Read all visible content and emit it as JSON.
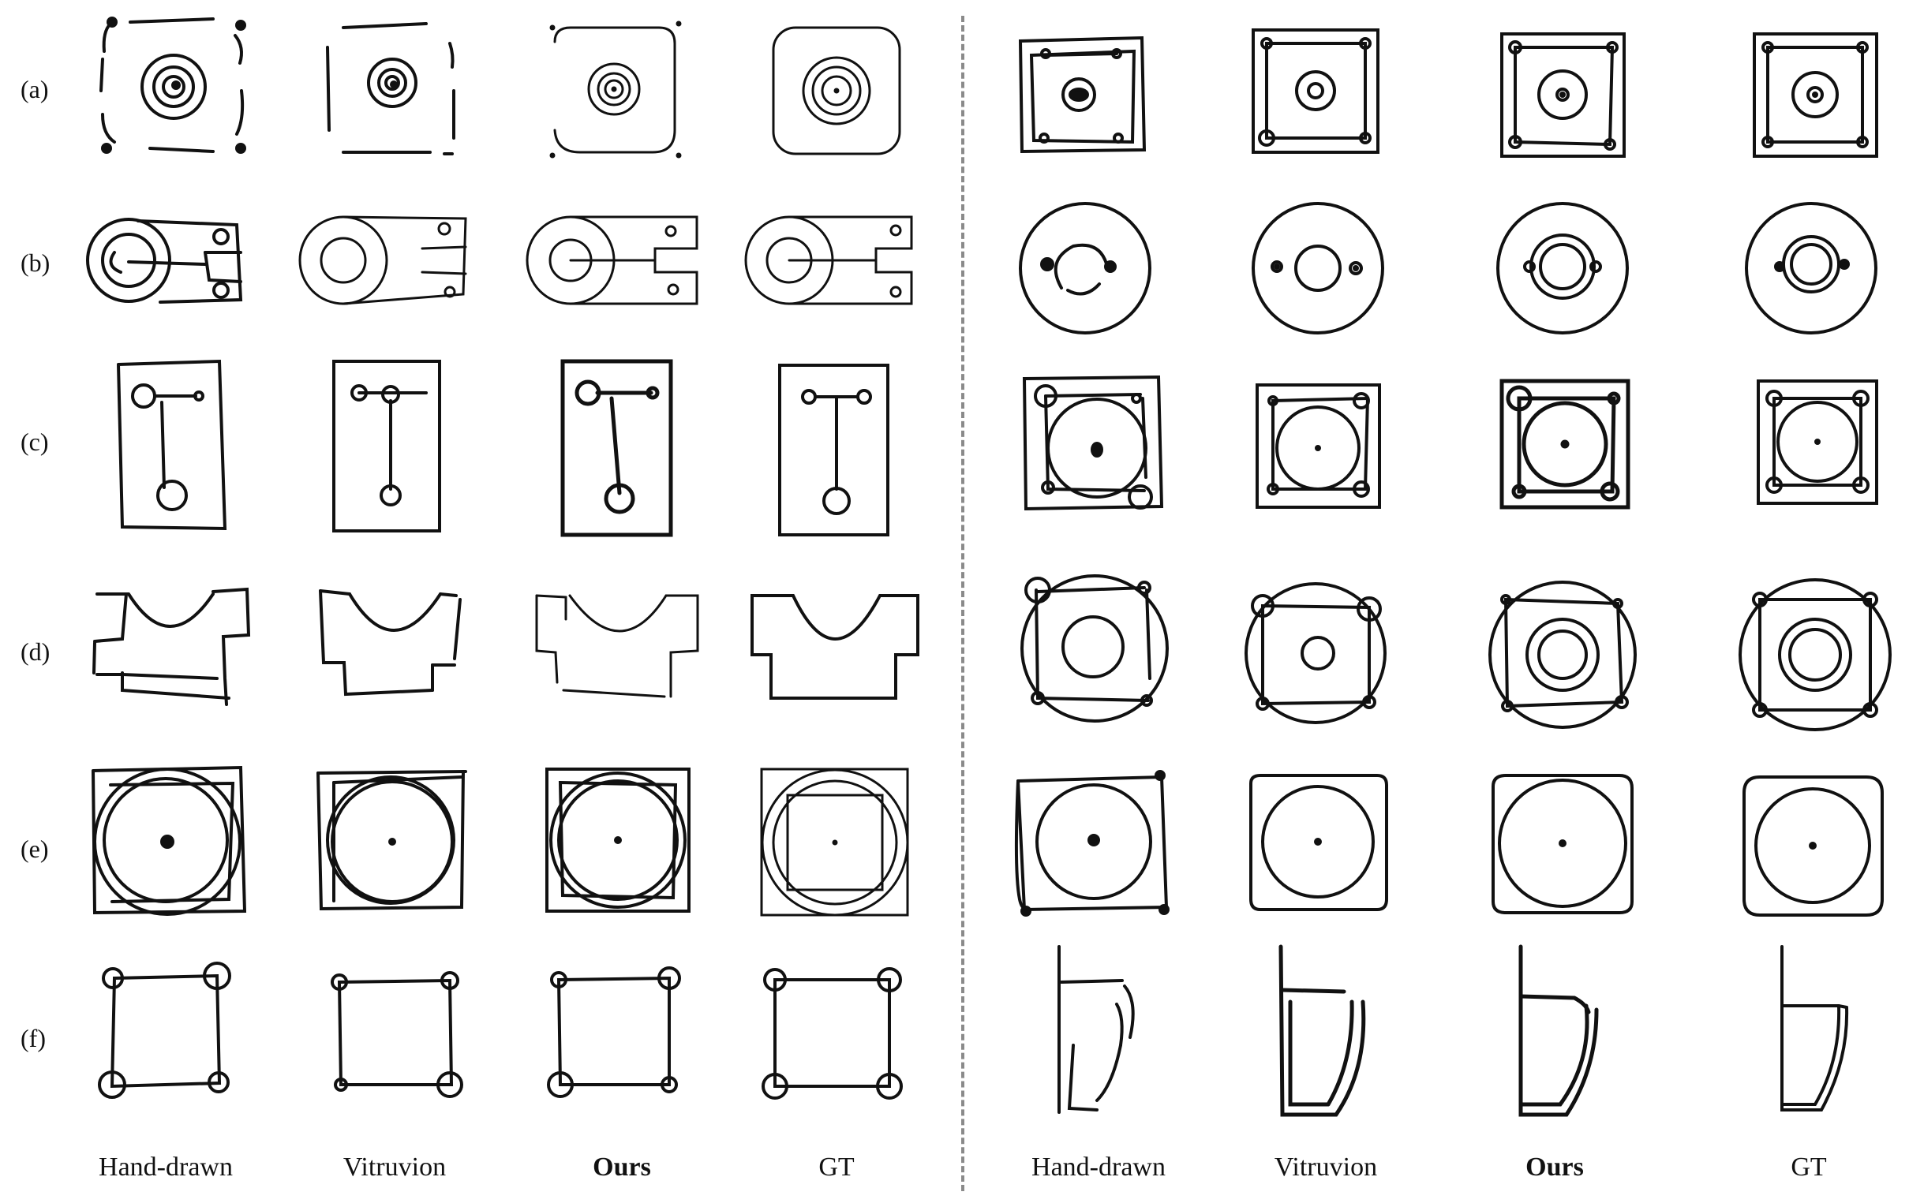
{
  "row_labels": [
    "(a)",
    "(b)",
    "(c)",
    "(d)",
    "(e)",
    "(f)"
  ],
  "column_labels_left": [
    "Hand-drawn",
    "Vitruvion",
    "Ours",
    "GT"
  ],
  "column_labels_right": [
    "Hand-drawn",
    "Vitruvion",
    "Ours",
    "GT"
  ],
  "bold_column": "Ours",
  "colors": {
    "stroke": "#111111",
    "divider": "#8a8a8a",
    "background": "#ffffff"
  }
}
